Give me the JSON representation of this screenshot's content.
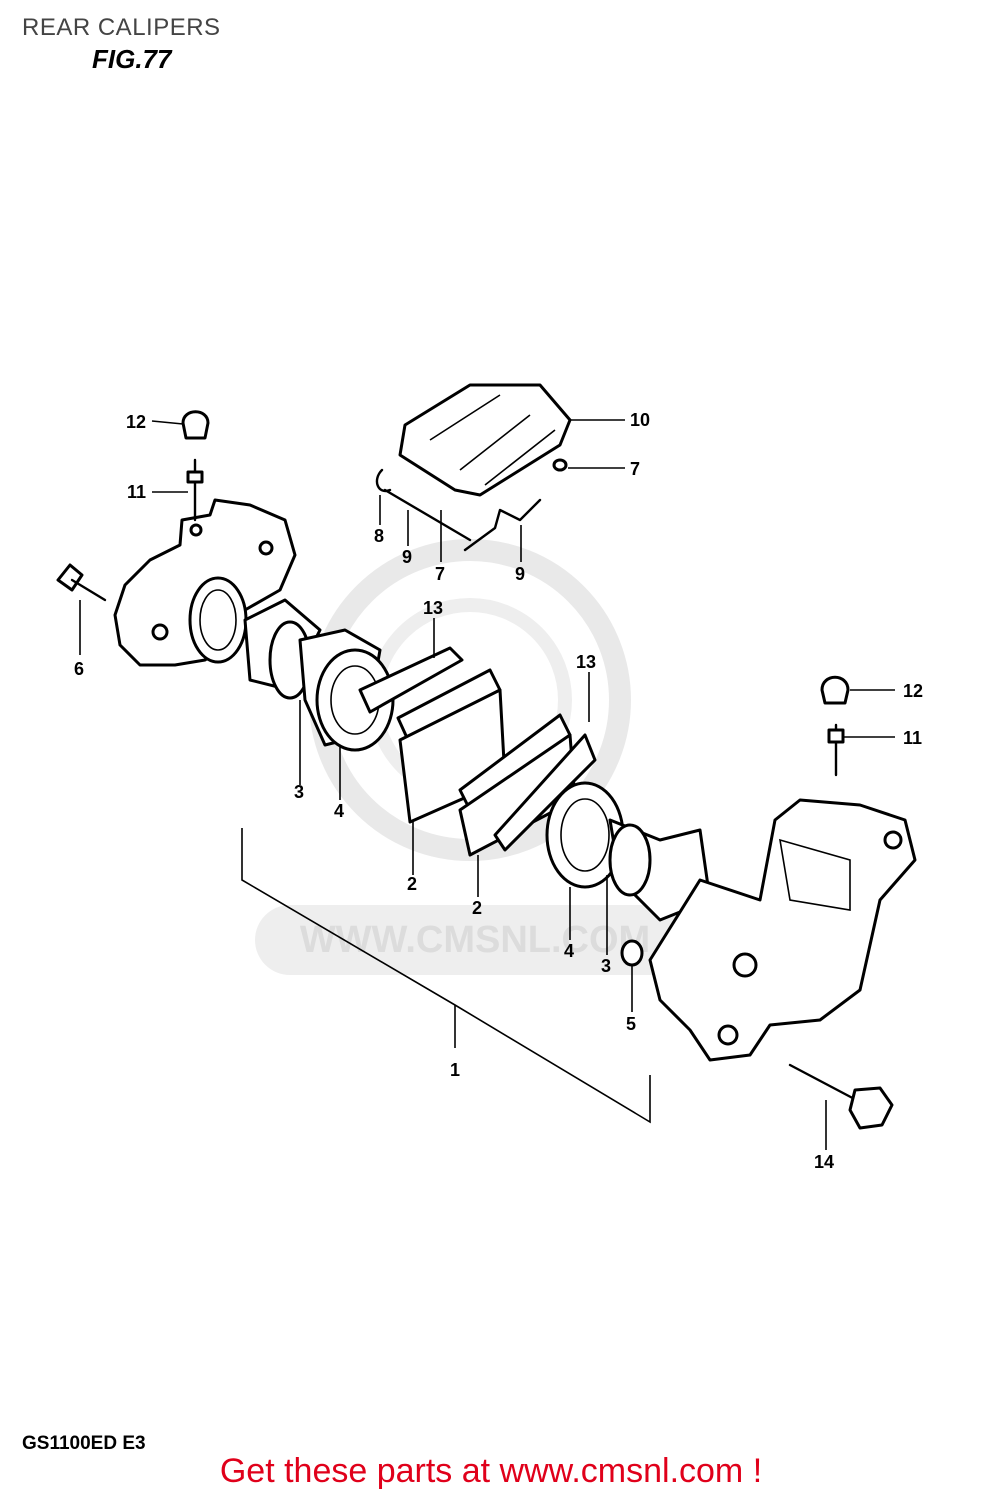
{
  "header": {
    "title": "REAR CALIPERS",
    "figure": "FIG.77"
  },
  "footer": {
    "model": "GS1100ED E3",
    "cta": "Get these parts at www.cmsnl.com !"
  },
  "watermark": {
    "text": "WWW.CMSNL.COM"
  },
  "colors": {
    "cta": "#e0001a",
    "ink": "#000000",
    "watermark": "#e6e6e6"
  },
  "callouts": [
    {
      "id": "c12a",
      "label": "12"
    },
    {
      "id": "c11a",
      "label": "11"
    },
    {
      "id": "c6",
      "label": "6"
    },
    {
      "id": "c10",
      "label": "10"
    },
    {
      "id": "c7a",
      "label": "7"
    },
    {
      "id": "c8",
      "label": "8"
    },
    {
      "id": "c9a",
      "label": "9"
    },
    {
      "id": "c7b",
      "label": "7"
    },
    {
      "id": "c9b",
      "label": "9"
    },
    {
      "id": "c13a",
      "label": "13"
    },
    {
      "id": "c13b",
      "label": "13"
    },
    {
      "id": "c3a",
      "label": "3"
    },
    {
      "id": "c4a",
      "label": "4"
    },
    {
      "id": "c2a",
      "label": "2"
    },
    {
      "id": "c2b",
      "label": "2"
    },
    {
      "id": "c4b",
      "label": "4"
    },
    {
      "id": "c3b",
      "label": "3"
    },
    {
      "id": "c5",
      "label": "5"
    },
    {
      "id": "c1",
      "label": "1"
    },
    {
      "id": "c12b",
      "label": "12"
    },
    {
      "id": "c11b",
      "label": "11"
    },
    {
      "id": "c14",
      "label": "14"
    }
  ]
}
